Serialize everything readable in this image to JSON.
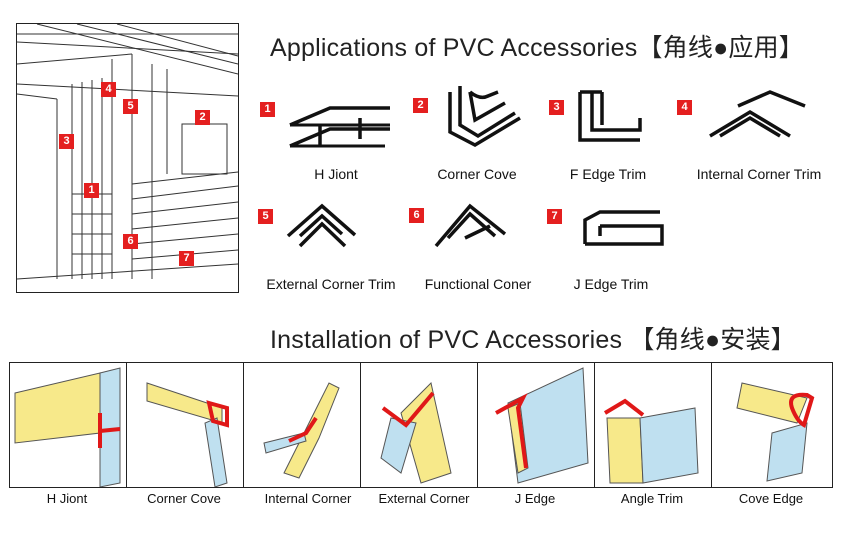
{
  "applications": {
    "title": "Applications of PVC Accessories【角线●应用】",
    "room_markers": [
      "4",
      "5",
      "2",
      "3",
      "1",
      "6",
      "7"
    ],
    "items": [
      {
        "number": "1",
        "label": "H Jiont"
      },
      {
        "number": "2",
        "label": "Corner Cove"
      },
      {
        "number": "3",
        "label": "F Edge Trim"
      },
      {
        "number": "4",
        "label": "Internal Corner Trim"
      },
      {
        "number": "5",
        "label": "External Corner Trim"
      },
      {
        "number": "6",
        "label": "Functional Coner"
      },
      {
        "number": "7",
        "label": "J Edge Trim"
      }
    ]
  },
  "installation": {
    "title": "Installation of PVC Accessories 【角线●安装】",
    "items": [
      {
        "label": "H Jiont"
      },
      {
        "label": "Corner Cove"
      },
      {
        "label": "Internal Corner"
      },
      {
        "label": "External Corner"
      },
      {
        "label": "J Edge"
      },
      {
        "label": "Angle Trim"
      },
      {
        "label": "Cove Edge"
      }
    ]
  },
  "colors": {
    "badge": "#e41f1f",
    "profile": "#111111",
    "trim": "#e01818",
    "panel_yellow": "#f7e98a",
    "panel_blue": "#bfe0f0"
  }
}
